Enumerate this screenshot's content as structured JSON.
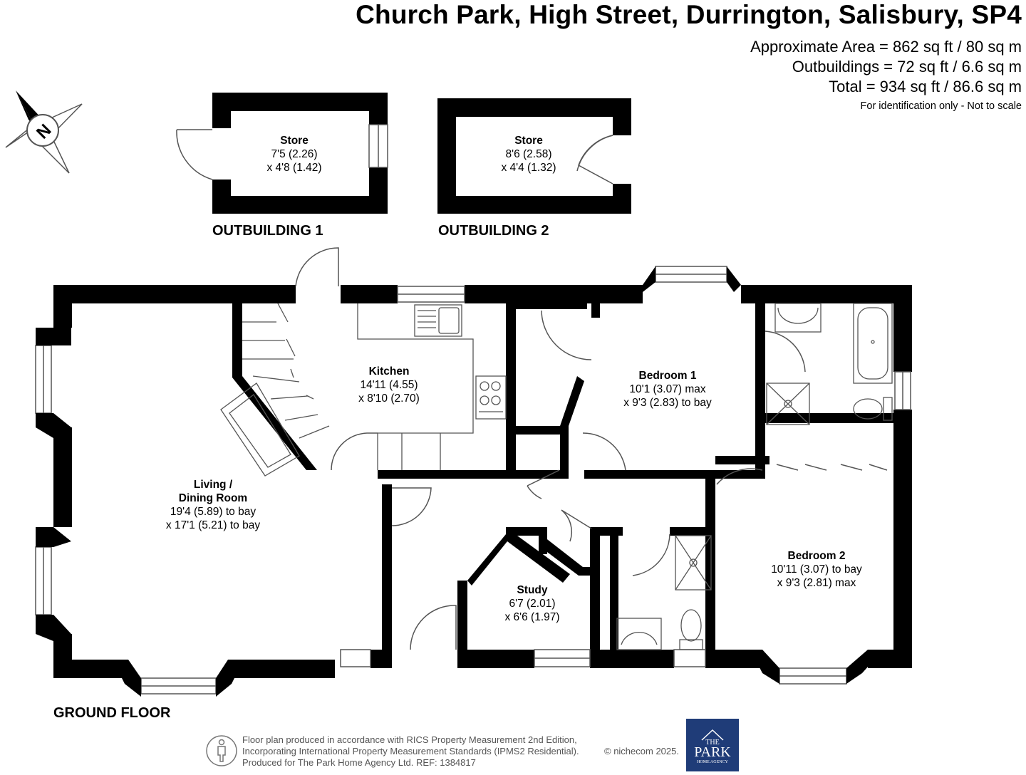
{
  "header": {
    "address": "Church Park, High Street, Durrington, Salisbury, SP4",
    "area_lines": [
      "Approximate Area = 862 sq ft / 80 sq m",
      "Outbuildings = 72 sq ft / 6.6 sq m",
      "Total = 934 sq ft / 86.6 sq m"
    ],
    "scale_note": "For identification only - Not to scale"
  },
  "compass": {
    "label": "N",
    "icon": "compass-rose-icon"
  },
  "outbuildings": [
    {
      "heading": "OUTBUILDING 1",
      "room": "Store",
      "dim1": "7'5 (2.26)",
      "dim2": "x 4'8 (1.42)"
    },
    {
      "heading": "OUTBUILDING 2",
      "room": "Store",
      "dim1": "8'6 (2.58)",
      "dim2": "x 4'4 (1.32)"
    }
  ],
  "floor": {
    "label": "GROUND FLOOR",
    "rooms": {
      "kitchen": {
        "name": "Kitchen",
        "dim1": "14'11 (4.55)",
        "dim2": "x 8'10 (2.70)"
      },
      "bedroom1": {
        "name": "Bedroom 1",
        "dim1": "10'1 (3.07) max",
        "dim2": "x 9'3 (2.83) to bay"
      },
      "living": {
        "name1": "Living /",
        "name2": "Dining Room",
        "dim1": "19'4 (5.89) to bay",
        "dim2": "x 17'1 (5.21) to bay"
      },
      "bedroom2": {
        "name": "Bedroom 2",
        "dim1": "10'11 (3.07) to bay",
        "dim2": "x 9'3 (2.81) max"
      },
      "study": {
        "name": "Study",
        "dim1": "6'7 (2.01)",
        "dim2": "x 6'6 (1.97)"
      }
    }
  },
  "footer": {
    "lines": [
      "Floor plan produced in accordance with RICS Property Measurement 2nd Edition,",
      "Incorporating International Property Measurement Standards (IPMS2 Residential).",
      "Produced for The Park Home Agency Ltd.   REF:  1384817"
    ],
    "brand": "© nichecom 2025.",
    "logo_small": "THE",
    "logo_big": "PARK",
    "logo_sub": "HOME AGENCY",
    "logo_color": "#1f3c78"
  },
  "colors": {
    "wall": "#000000",
    "fixture": "#555555",
    "background": "#ffffff"
  }
}
